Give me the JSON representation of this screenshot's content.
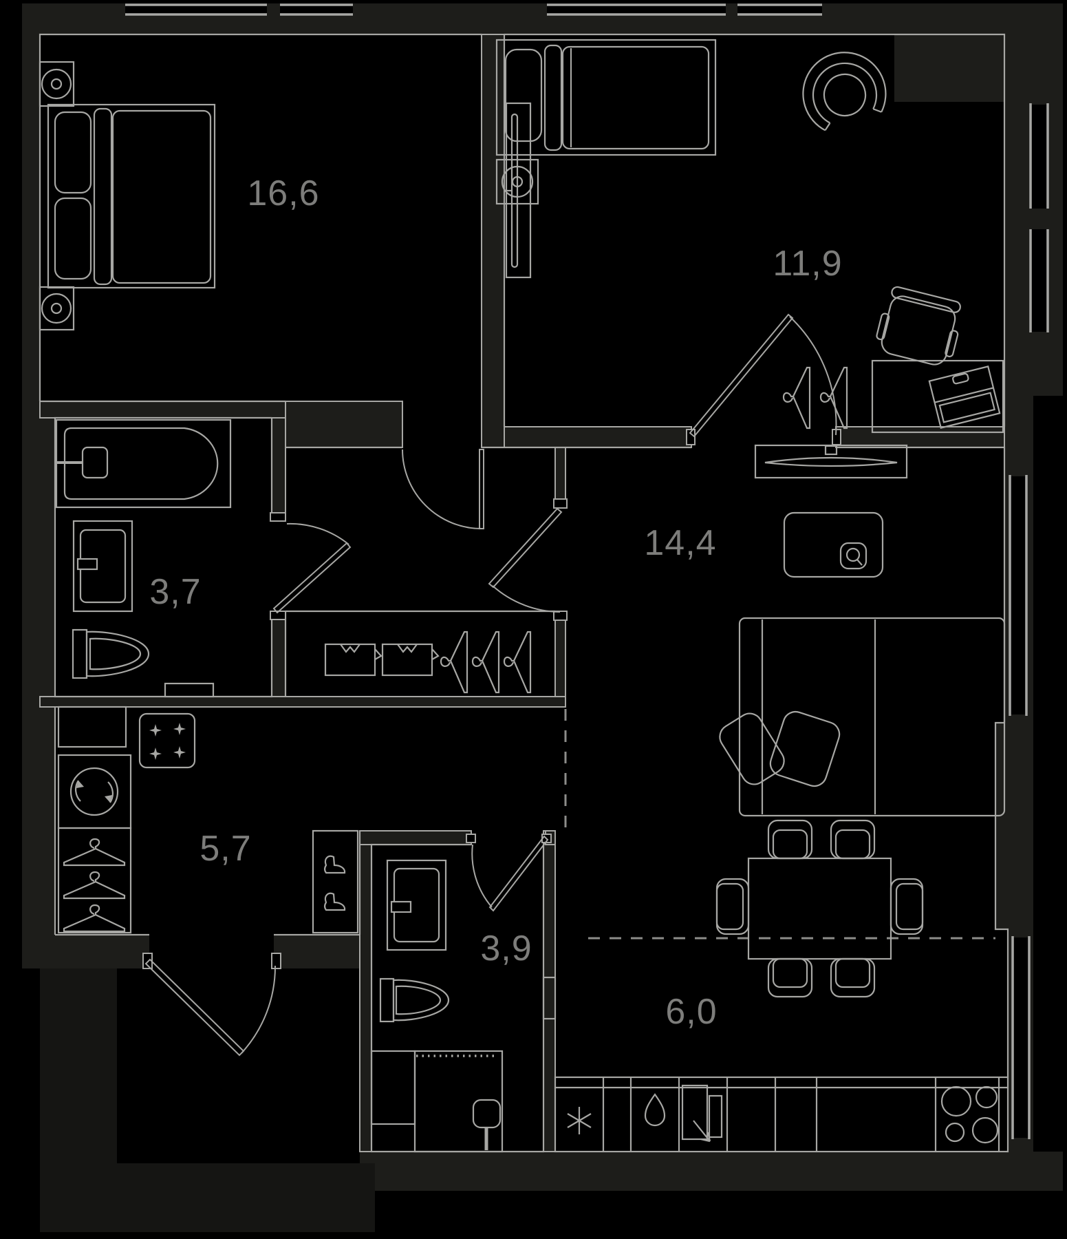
{
  "plan": {
    "title": "apartment-floor-plan",
    "colors": {
      "background": "#000000",
      "wall_fill": "#1d1d1a",
      "exterior_mass": "#151513",
      "line": "#a7a7a4",
      "label": "#7d7d7b",
      "dashed_zone": "#8d8d8a"
    },
    "rooms": [
      {
        "name": "bedroom-main",
        "area": "16,6"
      },
      {
        "name": "bedroom-second",
        "area": "11,9"
      },
      {
        "name": "bathroom",
        "area": "3,7"
      },
      {
        "name": "hallway-living",
        "area": "14,4"
      },
      {
        "name": "kitchen-corridor",
        "area": "5,7"
      },
      {
        "name": "shower-room",
        "area": "3,9"
      },
      {
        "name": "kitchen-dining",
        "area": "6,0"
      }
    ],
    "furniture": {
      "bedroom-main": [
        "double-bed",
        "pillows",
        "nightstand-with-lamp",
        "nightstand-with-lamp"
      ],
      "bedroom-second": [
        "single-bed",
        "nightstand-with-lamp",
        "round-armchair",
        "desk",
        "desk-chair",
        "laptop",
        "wall-tv",
        "hangers"
      ],
      "bathroom": [
        "bathtub",
        "washbasin-cabinet",
        "toilet",
        "vent-niche"
      ],
      "hallway-living": [
        "closet-folded-clothes",
        "closet-hangers",
        "tv-console",
        "coffee-table",
        "sofa-with-pillows",
        "dining-table",
        "dining-chairs"
      ],
      "kitchen-corridor": [
        "counter",
        "gas-stove-4-burners",
        "washing-machine",
        "wardrobe-hangers",
        "shoe-cabinet"
      ],
      "shower-room": [
        "washbasin-cabinet",
        "toilet",
        "shower-tray"
      ],
      "kitchen-dining": [
        "kitchen-counter-row",
        "freezer-star",
        "sink-drop",
        "dishwasher",
        "hob-4-rings"
      ]
    }
  }
}
